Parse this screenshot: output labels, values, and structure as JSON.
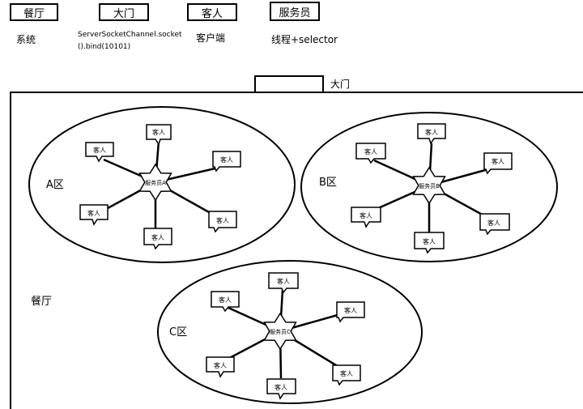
{
  "legend": [
    {
      "term": "餐厅",
      "desc": "系统"
    },
    {
      "term": "大门",
      "desc": "ServerSocketChannel.socket",
      "desc2": "().bind(10101)"
    },
    {
      "term": "客人",
      "desc": "客户端"
    },
    {
      "term": "服务员",
      "desc": "线程+selector"
    }
  ],
  "restaurant": {
    "label": "餐厅",
    "door_label": "大门",
    "zones": [
      {
        "label": "A区",
        "waiter": "服务员A",
        "guest_label": "客人",
        "guest_count": 6
      },
      {
        "label": "B区",
        "waiter": "服务员B",
        "guest_label": "客人",
        "guest_count": 6
      },
      {
        "label": "C区",
        "waiter": "服务员C",
        "guest_label": "客人",
        "guest_count": 6
      }
    ]
  }
}
